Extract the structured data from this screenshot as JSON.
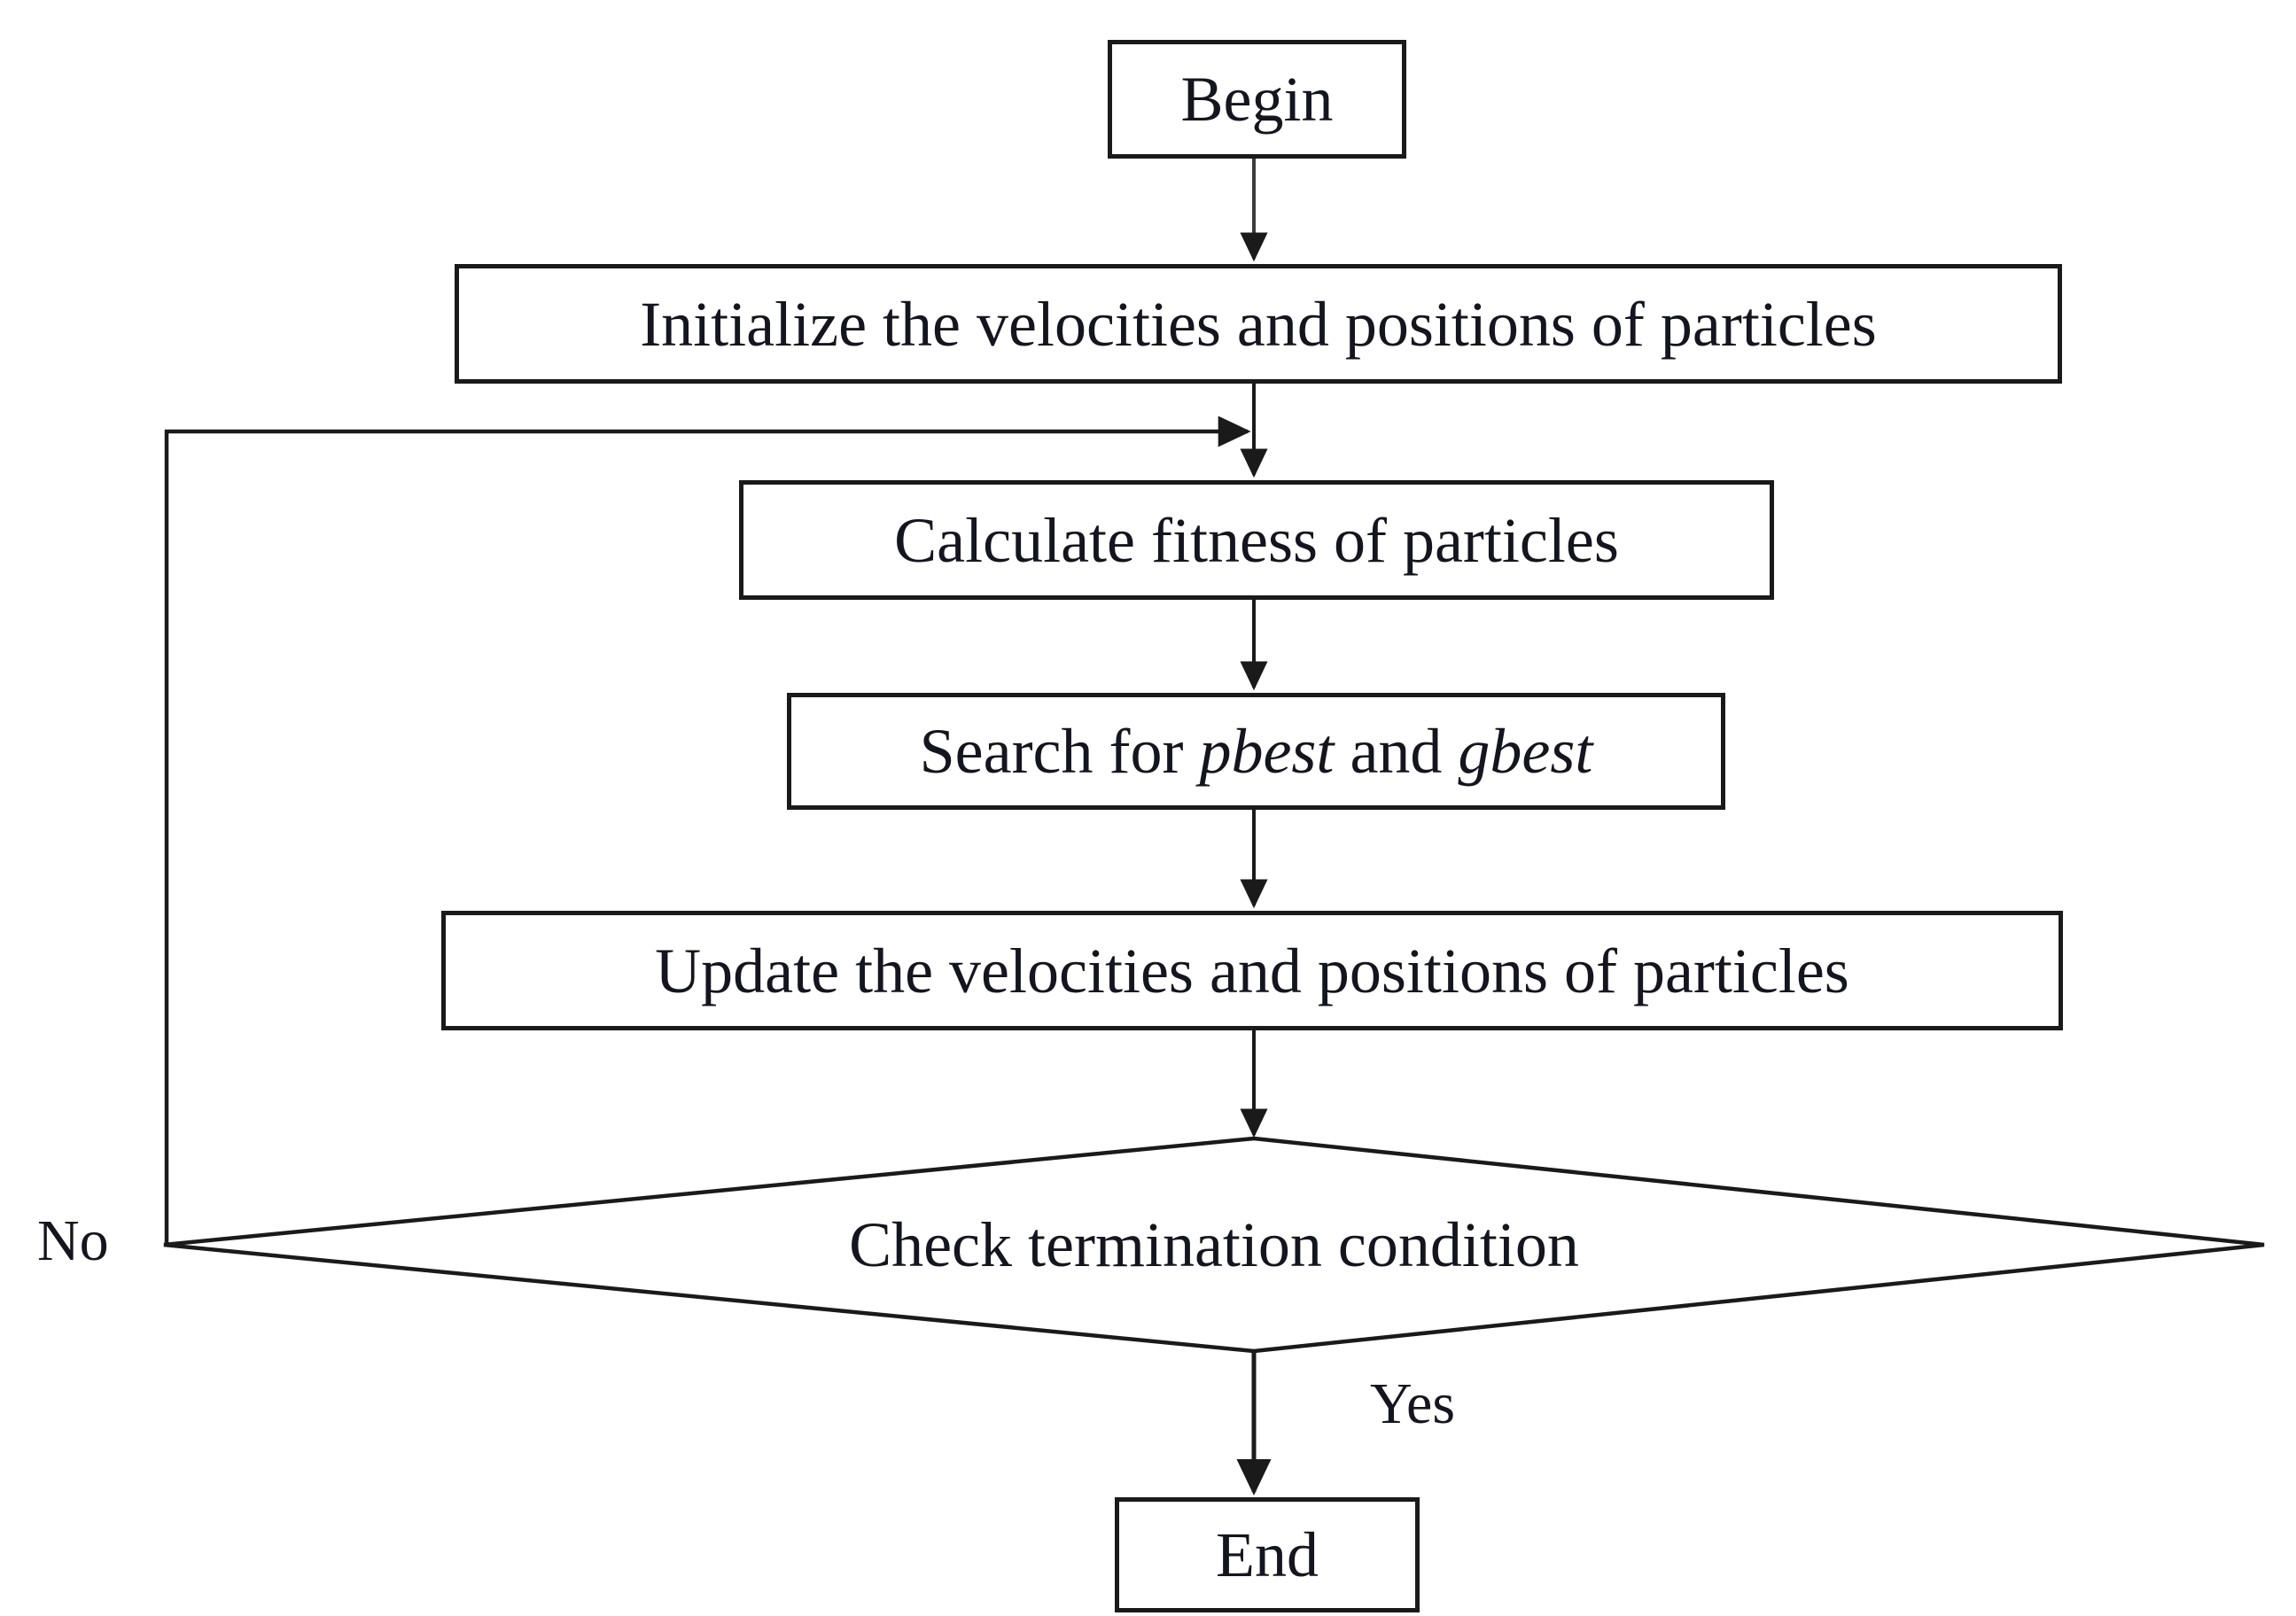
{
  "diagram": {
    "title": "Particle Swarm Optimization flowchart",
    "type": "flowchart",
    "stroke_color": "#1a1a1a",
    "text_color": "#15151f",
    "background_color": "#ffffff"
  },
  "nodes": {
    "begin": {
      "label": "Begin",
      "shape": "rectangle"
    },
    "initialize": {
      "label": "Initialize the velocities and positions of particles",
      "shape": "rectangle"
    },
    "fitness": {
      "label": "Calculate fitness of particles",
      "shape": "rectangle"
    },
    "search": {
      "label": "Search for pbest and gbest",
      "shape": "rectangle",
      "parts": [
        {
          "text": "Search for ",
          "style": "normal"
        },
        {
          "text": "pbest",
          "style": "italic"
        },
        {
          "text": " and ",
          "style": "normal"
        },
        {
          "text": "gbest",
          "style": "italic"
        }
      ]
    },
    "update": {
      "label": "Update the velocities and positions of particles",
      "shape": "rectangle"
    },
    "decision": {
      "label": "Check termination condition",
      "shape": "diamond"
    },
    "end": {
      "label": "End",
      "shape": "rectangle"
    }
  },
  "edge_labels": {
    "no": "No",
    "yes": "Yes"
  },
  "edges": [
    {
      "from": "begin",
      "to": "initialize",
      "label": ""
    },
    {
      "from": "initialize",
      "to": "fitness",
      "label": ""
    },
    {
      "from": "fitness",
      "to": "search",
      "label": ""
    },
    {
      "from": "search",
      "to": "update",
      "label": ""
    },
    {
      "from": "update",
      "to": "decision",
      "label": ""
    },
    {
      "from": "decision",
      "to": "end",
      "label": "Yes"
    },
    {
      "from": "decision",
      "to": "fitness",
      "label": "No"
    }
  ]
}
